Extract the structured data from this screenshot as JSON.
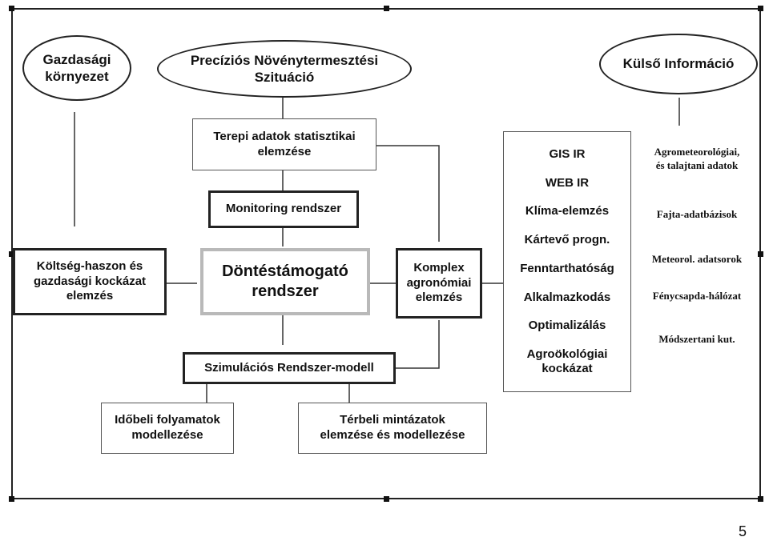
{
  "nodes": {
    "gazdasagi": "Gazdasági\nkörnyezet",
    "precizios": "Precíziós Növénytermesztési\nSzituáció",
    "kulso": "Külső Információ",
    "terepi": "Terepi adatok statisztikai\nelemzése",
    "monitoring": "Monitoring rendszer",
    "koltseg": "Költség-haszon és\ngazdasági kockázat\nelemzés",
    "dontes": "Döntéstámogató\nrendszer",
    "komplex": "Komplex\nagronómiai\nelemzés",
    "szimulacios": "Szimulációs Rendszer-modell",
    "idobeli": "Időbeli folyamatok\nmodellezése",
    "terbeli": "Térbeli mintázatok\nelemzése és modellezése"
  },
  "systems_list": [
    "GIS IR",
    "WEB IR",
    "Klíma-elemzés",
    "Kártevő progn.",
    "Fenntarthatóság",
    "Alkalmazkodás",
    "Optimalizálás",
    "Agroökológiai\nkockázat"
  ],
  "external_sources": [
    "Agrometeorológiai,\nés talajtani adatok",
    "Fajta-adatbázisok",
    "Meteorol. adatsorok",
    "Fénycsapda-hálózat",
    "Módszertani kut."
  ],
  "page_number": "5"
}
